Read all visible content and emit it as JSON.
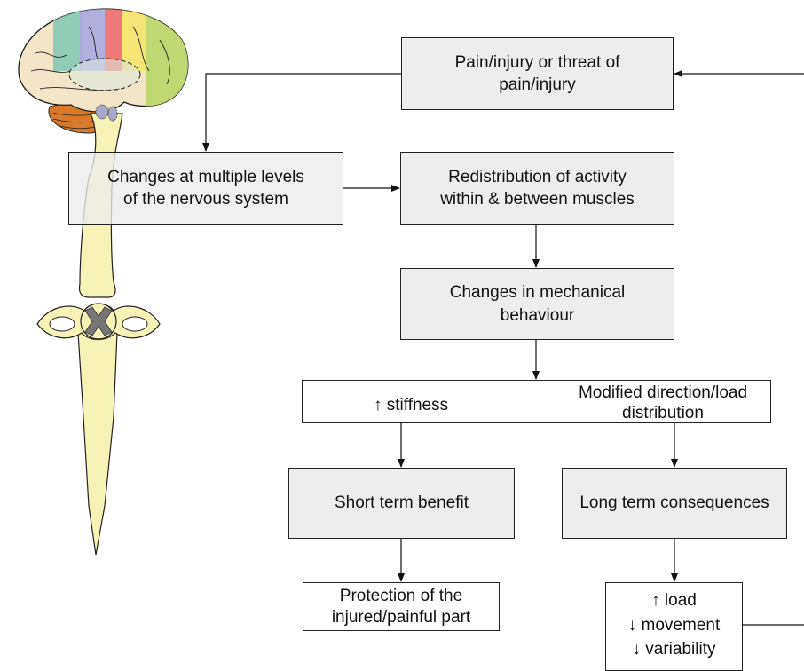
{
  "nodes": {
    "pain": "Pain/injury or threat of\npain/injury",
    "nervous": "Changes at multiple levels\nof the nervous system",
    "redistribution": "Redistribution of activity\nwithin & between muscles",
    "mechanical": "Changes in mechanical\nbehaviour",
    "stiffness": "↑ stiffness",
    "modified": "Modified direction/load\ndistribution",
    "short_term": "Short term benefit",
    "long_term": "Long term consequences",
    "protection": "Protection of the\ninjured/painful part",
    "consequences": {
      "load": "↑ load",
      "movement": "↓ movement",
      "variability": "↓ variability"
    }
  },
  "colors": {
    "box_fill": "#ededed",
    "border": "#222222",
    "spine": "#f7f2b5",
    "brain": "#f2e6c7"
  }
}
